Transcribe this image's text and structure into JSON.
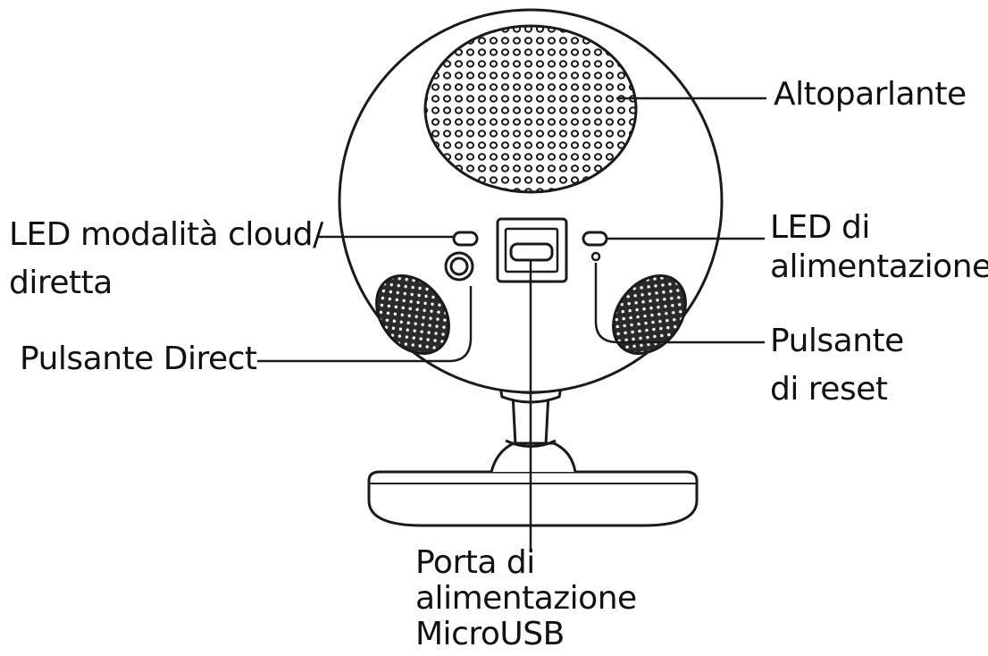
{
  "labels": {
    "speaker": [
      "Altoparlante"
    ],
    "cloud_led": [
      "LED modalità cloud/",
      "diretta"
    ],
    "direct_button": [
      "Pulsante Direct"
    ],
    "power_led": [
      "LED di",
      "alimentazione"
    ],
    "reset_button": [
      "Pulsante",
      "di reset"
    ],
    "usb_port": [
      "Porta di",
      "alimentazione",
      "MicroUSB"
    ]
  },
  "colors": {
    "line": "#1a1a1a",
    "fill": "#ffffff",
    "text": "#111111"
  }
}
